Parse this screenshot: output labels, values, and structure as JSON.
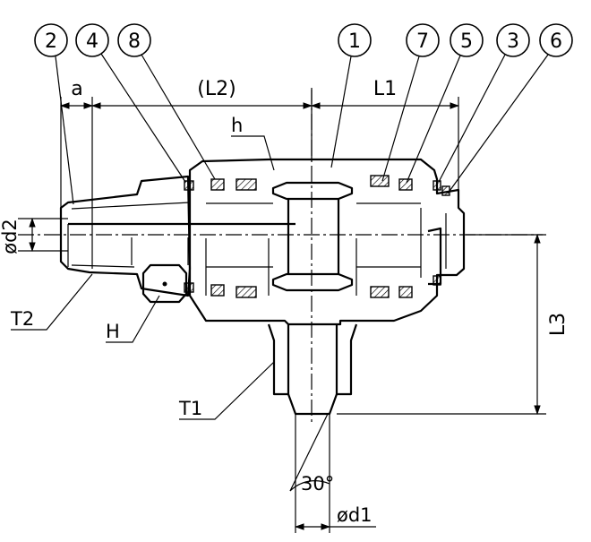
{
  "balloons": [
    "2",
    "4",
    "8",
    "1",
    "7",
    "5",
    "3",
    "6"
  ],
  "dimensions": {
    "a": "a",
    "l2": "(L2)",
    "l1": "L1",
    "d2": "ød2",
    "l3": "L3",
    "angle": "30°",
    "d1": "ød1"
  },
  "labels": {
    "h_small": "h",
    "t2": "T2",
    "h_big": "H",
    "t1": "T1"
  }
}
